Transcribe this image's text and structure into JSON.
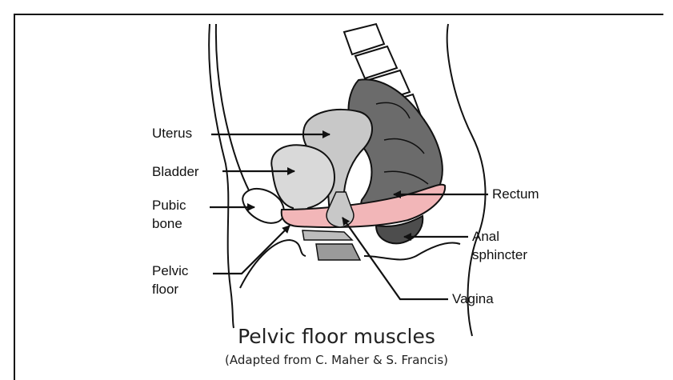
{
  "labels": {
    "uterus": "Uterus",
    "bladder": "Bladder",
    "pubic_bone_line1": "Pubic",
    "pubic_bone_line2": "bone",
    "pelvic_floor_line1": "Pelvic",
    "pelvic_floor_line2": "floor",
    "rectum": "Rectum",
    "anal_sphincter_line1": "Anal",
    "anal_sphincter_line2": "sphincter",
    "vagina": "Vagina"
  },
  "title": "Pelvic floor muscles",
  "subtitle": "(Adapted from C. Maher & S. Francis)",
  "colors": {
    "outline": "#111111",
    "organ_light": "#d9d9d9",
    "uterus_fill": "#c8c8c8",
    "rectum_dark": "#6b6b6b",
    "pelvic_floor_pink": "#f2b6b8",
    "sphincter_dark": "#4d4d4d"
  }
}
